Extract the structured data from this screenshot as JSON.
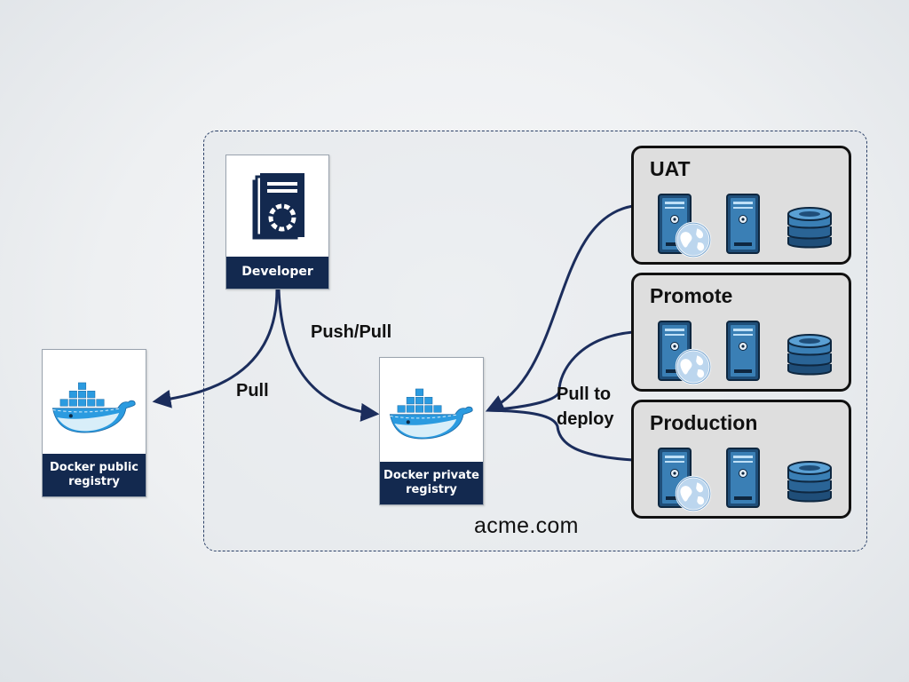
{
  "diagram": {
    "region_label": "acme.com",
    "nodes": {
      "developer": {
        "label": "Developer",
        "icon": "developer-docs-icon"
      },
      "public_registry": {
        "label_line1": "Docker public",
        "label_line2": "registry",
        "icon": "docker-whale-icon"
      },
      "private_registry": {
        "label_line1": "Docker private",
        "label_line2": "registry",
        "icon": "docker-whale-icon"
      }
    },
    "environments": [
      {
        "title": "UAT",
        "icons": [
          "web-server-icon",
          "server-icon",
          "database-icon"
        ]
      },
      {
        "title": "Promote",
        "icons": [
          "web-server-icon",
          "server-icon",
          "database-icon"
        ]
      },
      {
        "title": "Production",
        "icons": [
          "web-server-icon",
          "server-icon",
          "database-icon"
        ]
      }
    ],
    "edge_labels": {
      "pull": "Pull",
      "push_pull": "Push/Pull",
      "pull_to_deploy_line1": "Pull to",
      "pull_to_deploy_line2": "deploy"
    },
    "colors": {
      "navy": "#13294f",
      "arrow": "#1b2d5c",
      "docker_blue": "#2496ed",
      "server_blue": "#3a7fb5",
      "env_fill": "#dedede"
    }
  }
}
